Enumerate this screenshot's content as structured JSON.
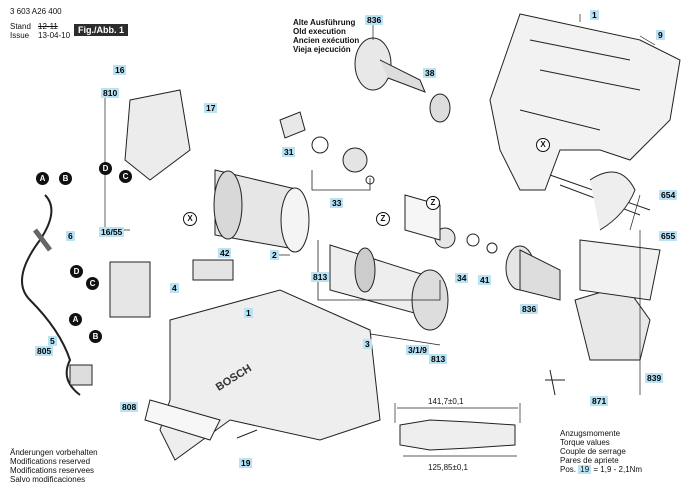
{
  "header": {
    "part_number": "3 603 A26 400",
    "stand_label": "Stand",
    "issue_label": "Issue",
    "stand_value": "12-11",
    "issue_value": "13-04-10",
    "fig_label": "Fig./Abb. 1"
  },
  "version_note": [
    "Alte Ausführung",
    "Old execution",
    "Ancien exécution",
    "Vieja ejecución"
  ],
  "footer_left": [
    "Änderungen vorbehalten",
    "Modifications reserved",
    "Modifications reservees",
    "Salvo modificaciones"
  ],
  "torque": {
    "lines": [
      "Anzugsmomente",
      "Torque values",
      "Couple de serrage",
      "Pares de apriete"
    ],
    "pos_prefix": "Pos.",
    "pos_number": "19",
    "pos_value": "= 1,9 - 2,1Nm"
  },
  "dimensions": {
    "top": "141,7±0,1",
    "bottom": "125,85±0,1"
  },
  "brand": "BOSCH",
  "part_labels": [
    "1",
    "9",
    "836",
    "38",
    "16",
    "810",
    "17",
    "31",
    "654",
    "655",
    "6",
    "16/55",
    "2",
    "42",
    "33",
    "813",
    "34",
    "41",
    "836",
    "4",
    "5",
    "805",
    "1",
    "3",
    "3/1/9",
    "813",
    "839",
    "808",
    "19",
    "871"
  ],
  "markers": {
    "A": "A",
    "B": "B",
    "C": "C",
    "D": "D",
    "X": "X",
    "Z": "Z"
  }
}
